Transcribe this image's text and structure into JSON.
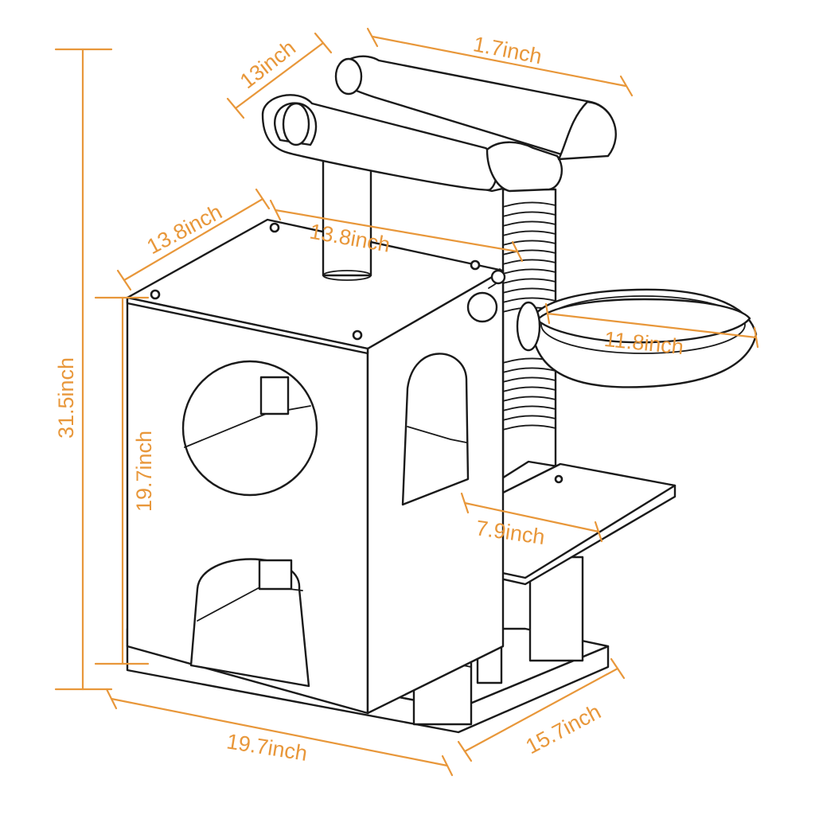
{
  "colors": {
    "dimension": "#e8973a",
    "outline": "#1a1a1a",
    "background": "#ffffff"
  },
  "dimensions": {
    "total_height": "31.5inch",
    "box_height": "19.7inch",
    "top_perch_depth": "13inch",
    "top_perch_width": "1.7inch",
    "box_depth": "13.8inch",
    "box_width": "13.8inch",
    "basket_diameter": "11.8inch",
    "step_width": "7.9inch",
    "base_width": "19.7inch",
    "base_depth": "15.7inch"
  }
}
